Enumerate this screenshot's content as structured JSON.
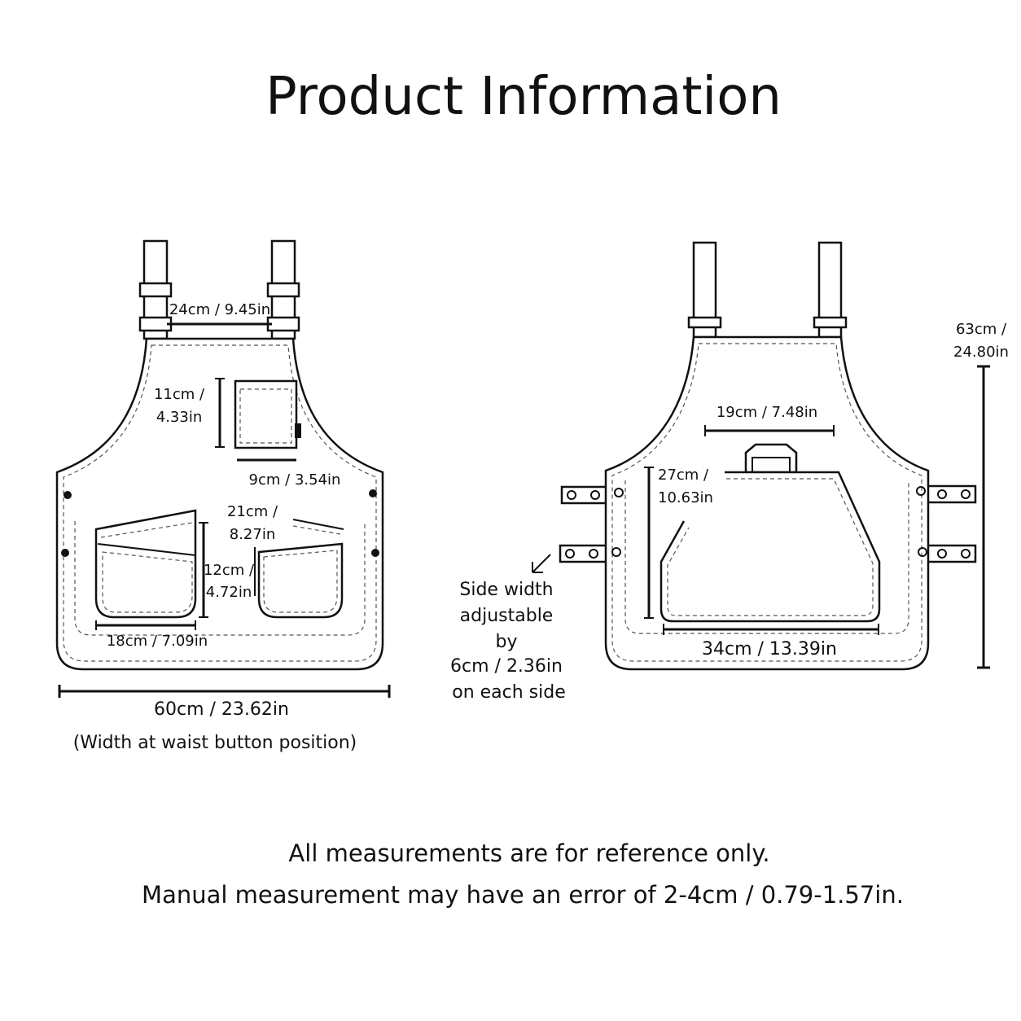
{
  "title": "Product Information",
  "front": {
    "strap_spacing": "24cm / 9.45in",
    "chest_pocket_height": [
      "11cm /",
      "4.33in"
    ],
    "chest_pocket_width": "9cm / 3.54in",
    "side_pocket_width": [
      "21cm /",
      "8.27in"
    ],
    "side_pocket_height": [
      "12cm /",
      "4.72in"
    ],
    "lower_pocket_width": "18cm / 7.09in",
    "waist_width": "60cm / 23.62in",
    "waist_note": "(Width at waist button position)"
  },
  "side_adjust": [
    "Side width",
    "adjustable",
    "by",
    "6cm / 2.36in",
    "on each side"
  ],
  "back": {
    "total_length": [
      "63cm /",
      "24.80in"
    ],
    "upper_width": "19cm / 7.48in",
    "pocket_height": [
      "27cm /",
      "10.63in"
    ],
    "pocket_width": "34cm / 13.39in"
  },
  "footer": {
    "line1": "All measurements are for reference only.",
    "line2": "Manual measurement may have an error of 2-4cm / 0.79-1.57in."
  }
}
